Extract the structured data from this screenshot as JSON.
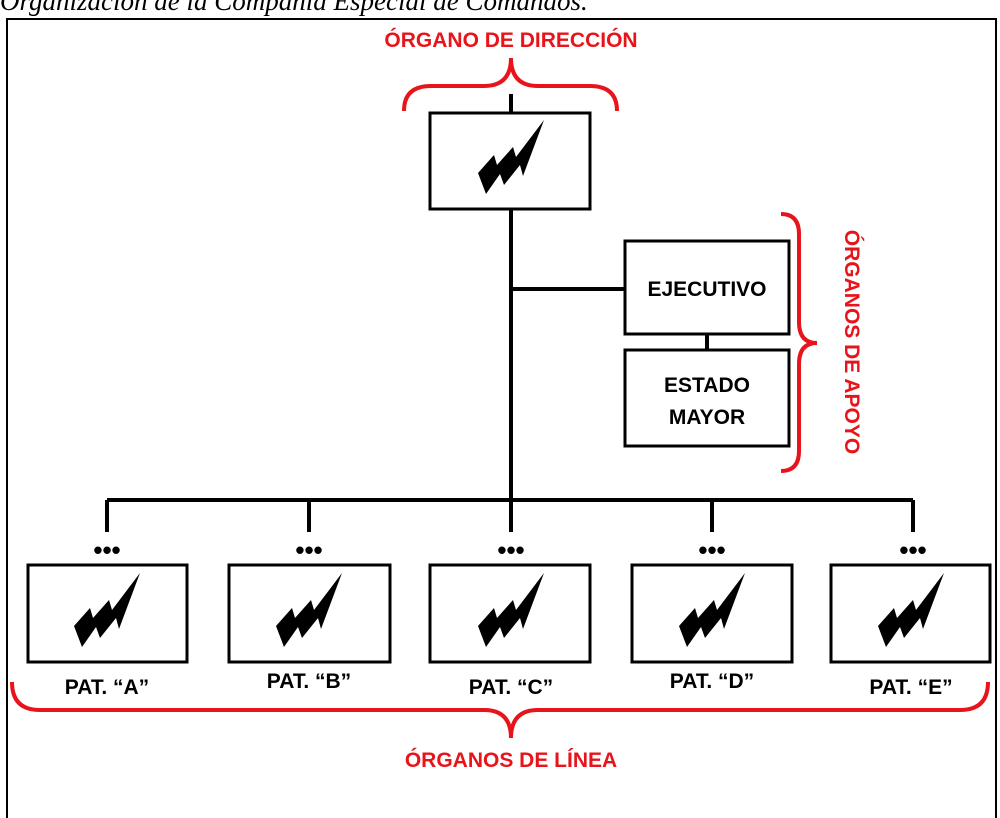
{
  "caption": "Organización de la Compañía Especial de Comandos.",
  "labels": {
    "direction": "ÓRGANO DE DIRECCIÓN",
    "support": "ÓRGANOS DE APOYO",
    "line": "ÓRGANOS DE LÍNEA"
  },
  "support_units": {
    "executive": "EJECUTIVO",
    "staff_line1": "ESTADO",
    "staff_line2": "MAYOR"
  },
  "patrols": [
    {
      "label": "PAT. “A”"
    },
    {
      "label": "PAT. “B”"
    },
    {
      "label": "PAT. “C”"
    },
    {
      "label": "PAT. “D”"
    },
    {
      "label": "PAT. “E”"
    }
  ],
  "ellipsis": "•••",
  "icon": "lightning-bolt-icon",
  "colors": {
    "accent": "#e8141b",
    "line": "#000000"
  }
}
